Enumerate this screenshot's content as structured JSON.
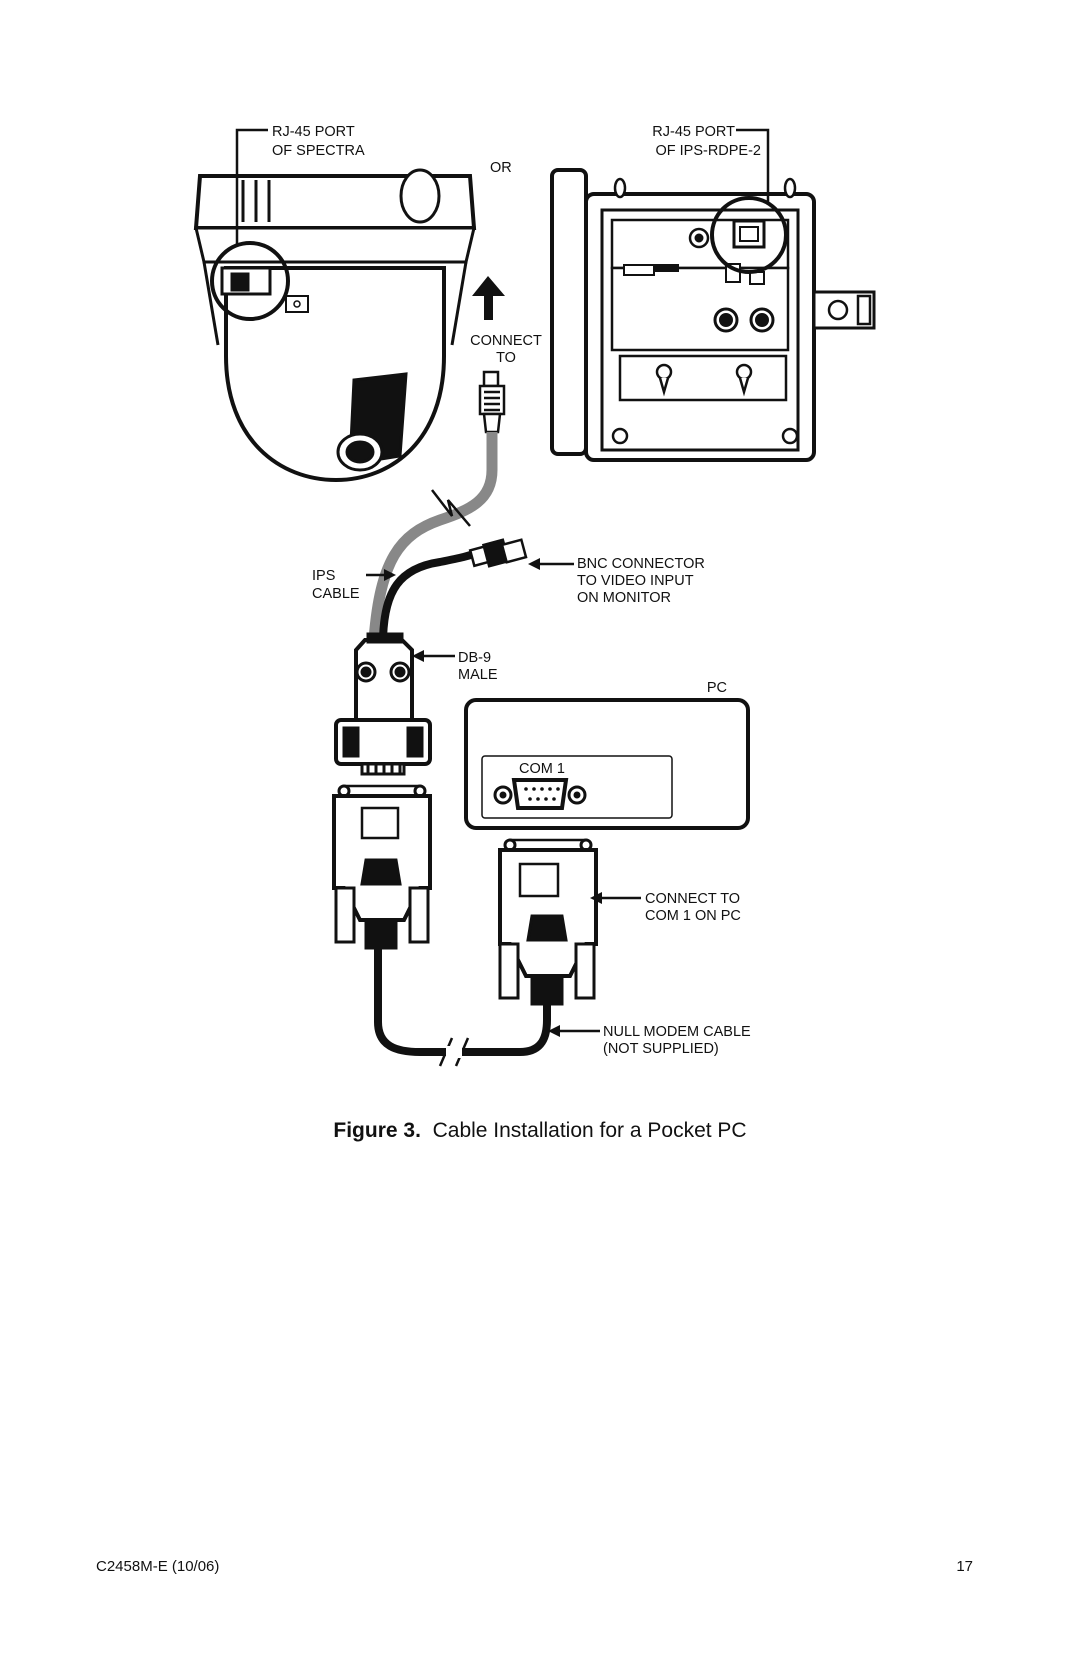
{
  "labels": {
    "rj45_spectra_line1": "RJ-45 PORT",
    "rj45_spectra_line2": "OF SPECTRA",
    "or": "OR",
    "rj45_rdpe_line1": "RJ-45 PORT",
    "rj45_rdpe_line2": "OF IPS-RDPE-2",
    "connect_to_line1": "CONNECT",
    "connect_to_line2": "TO",
    "ips_cable_line1": "IPS",
    "ips_cable_line2": "CABLE",
    "bnc_line1": "BNC CONNECTOR",
    "bnc_line2": "TO VIDEO INPUT",
    "bnc_line3": "ON MONITOR",
    "db9_line1": "DB-9",
    "db9_line2": "MALE",
    "pc": "PC",
    "com1": "COM  1",
    "connect_com_line1": "CONNECT TO",
    "connect_com_line2": "COM 1 ON PC",
    "null_modem_line1": "NULL MODEM CABLE",
    "null_modem_line2": "(NOT SUPPLIED)"
  },
  "caption": {
    "number": "Figure 3.",
    "text": "Cable Installation for a Pocket PC"
  },
  "footer": {
    "doc_code": "C2458M-E  (10/06)",
    "page_number": "17"
  }
}
